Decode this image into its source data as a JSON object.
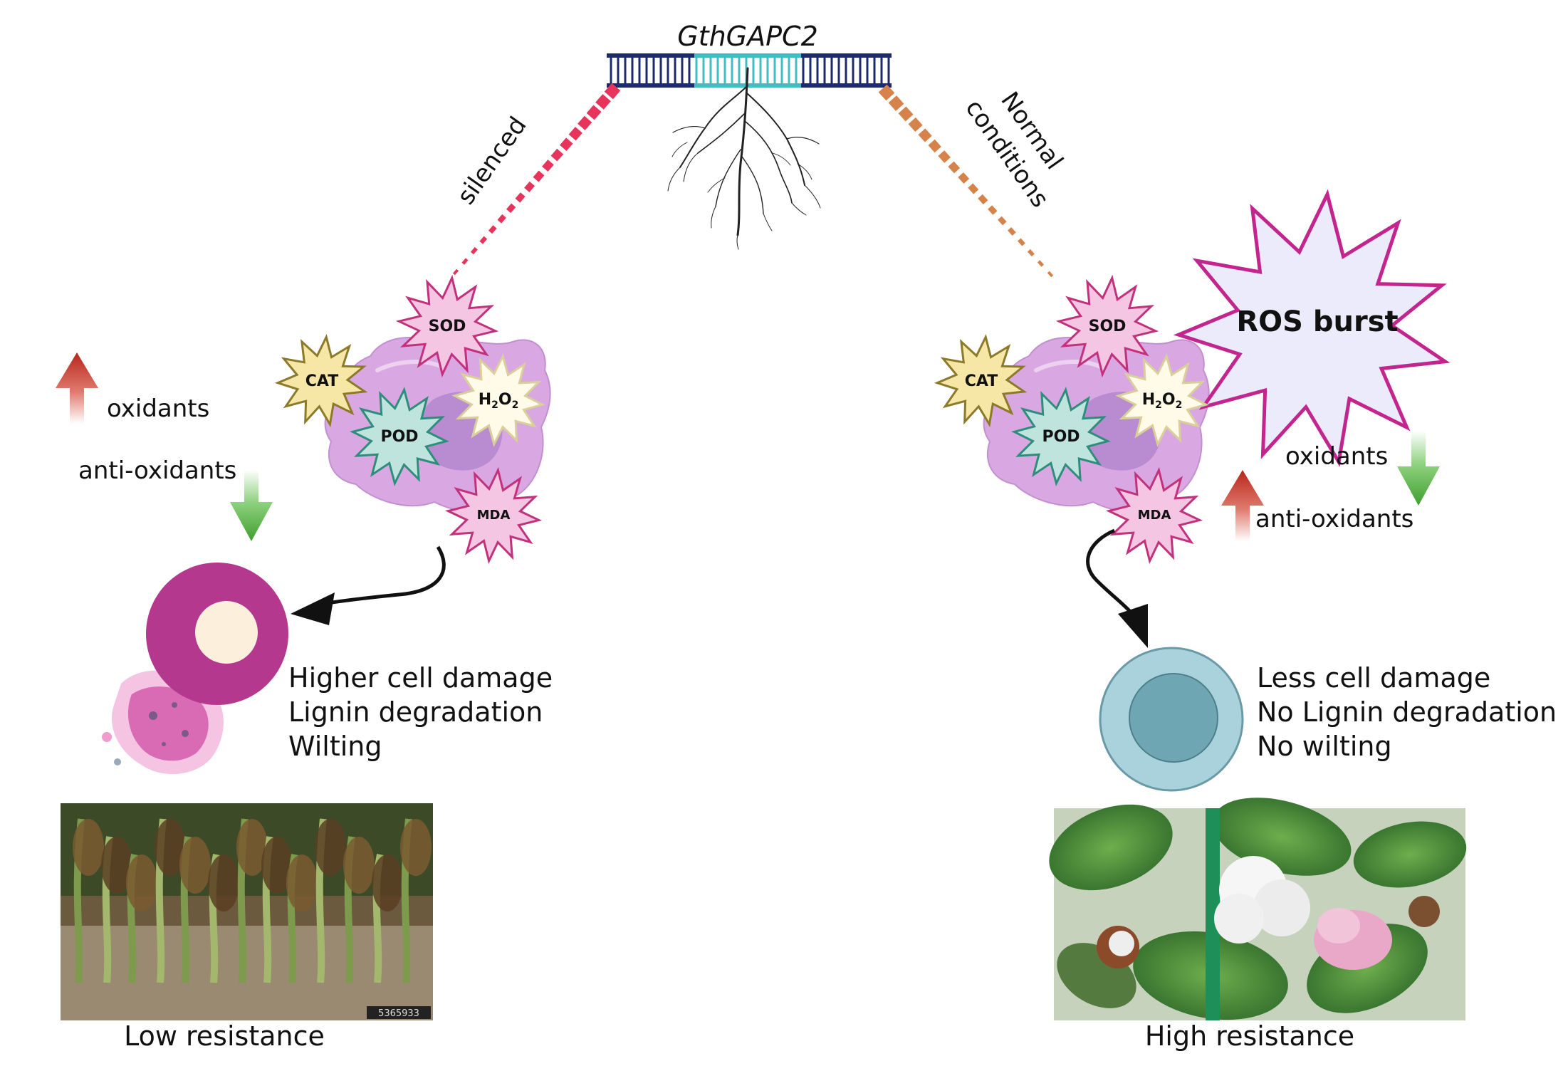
{
  "gene": {
    "name": "GthGAPC2"
  },
  "paths": {
    "left": "silenced",
    "right_line1": "Normal",
    "right_line2": "conditions"
  },
  "enzymes": {
    "sod": "SOD",
    "cat": "CAT",
    "pod": "POD",
    "mda": "MDA",
    "h2o2_h": "H",
    "h2o2_sub1": "2",
    "h2o2_o": "O",
    "h2o2_sub2": "2"
  },
  "ros": {
    "label": "ROS burst"
  },
  "left": {
    "oxidants": "oxidants",
    "anti_oxidants": "anti-oxidants",
    "effects": [
      "Higher cell damage",
      "Lignin degradation",
      "Wilting"
    ],
    "photo_code": "5365933",
    "caption": "Low resistance"
  },
  "right": {
    "oxidants": "oxidants",
    "anti_oxidants": "anti-oxidants",
    "effects": [
      "Less cell damage",
      "No Lignin degradation",
      "No wilting"
    ],
    "caption": "High resistance"
  },
  "colors": {
    "dna_backbone": "#1d2a6e",
    "dna_highlight": "#3fbfc4",
    "silenced_dash": "#e8335b",
    "normal_dash": "#d5834a",
    "cell_fill": "#d9a8e2",
    "nucleus_fill": "#b98bd0",
    "sod_star": "#c2327c",
    "cat_star": "#8a7a2a",
    "pod_star": "#2f8e7b",
    "ros_stroke": "#c2258e",
    "ros_fill": "#ecebfb",
    "arrow_up": "#c0392b",
    "arrow_down": "#4caf3a",
    "damaged_cell": "#b5388f",
    "healthy_cell": "#a9d2dc",
    "healthy_nucleus": "#6ea6b3"
  }
}
